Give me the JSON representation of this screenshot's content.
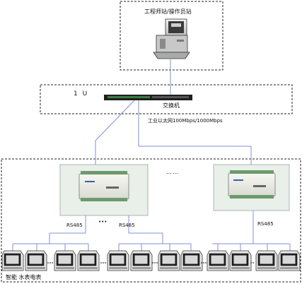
{
  "workstation": {
    "label": "工程师站/操作员站"
  },
  "switch": {
    "unit_label": "1 U",
    "label": "交换机"
  },
  "network": {
    "label": "工业以太网100Mbps/1000Mbps"
  },
  "controllers": {
    "ellipsis": "……",
    "rs485_left_a": "RS485",
    "rs485_left_b": "RS485",
    "rs485_right": "RS485",
    "between_rs485": "•••"
  },
  "meters": {
    "label": "智能 水表电表"
  },
  "colors": {
    "link": "#7f8fd8",
    "panel_bg": "#e9efe9",
    "border": "#222222"
  }
}
